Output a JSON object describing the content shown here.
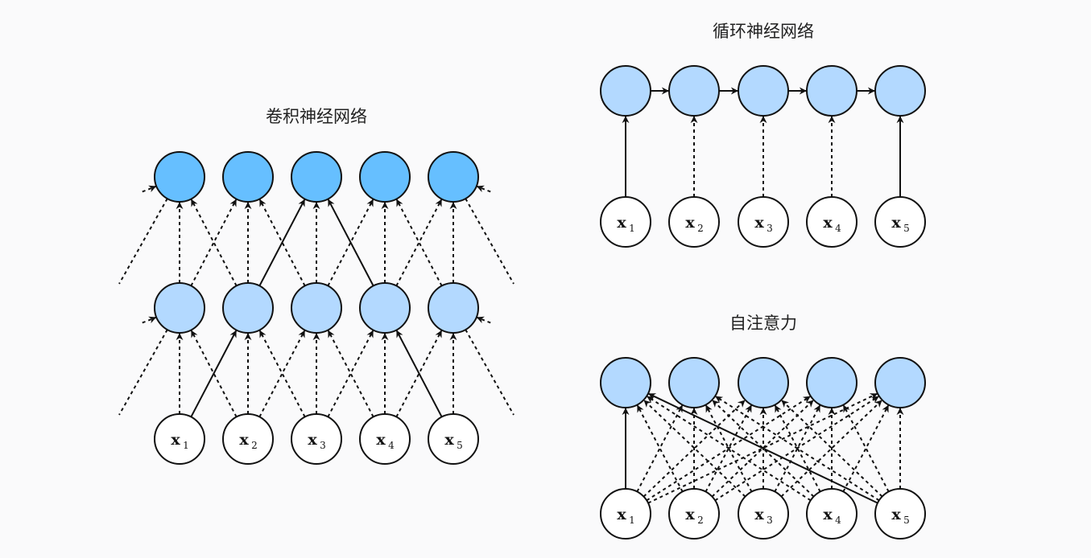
{
  "panels": {
    "cnn": {
      "title": "卷积神经网络"
    },
    "rnn": {
      "title": "循环神经网络"
    },
    "attention": {
      "title": "自注意力"
    }
  },
  "inputs": [
    {
      "label": "x",
      "sub": "1"
    },
    {
      "label": "x",
      "sub": "2"
    },
    {
      "label": "x",
      "sub": "3"
    },
    {
      "label": "x",
      "sub": "4"
    },
    {
      "label": "x",
      "sub": "5"
    }
  ],
  "colors": {
    "input_fill": "#ffffff",
    "hidden_fill": "#b3d9ff",
    "output_fill": "#66bfff",
    "edge": "#111111",
    "background": "#fafafb"
  },
  "edge_styles": {
    "highlighted": "solid",
    "other": "dashed"
  }
}
